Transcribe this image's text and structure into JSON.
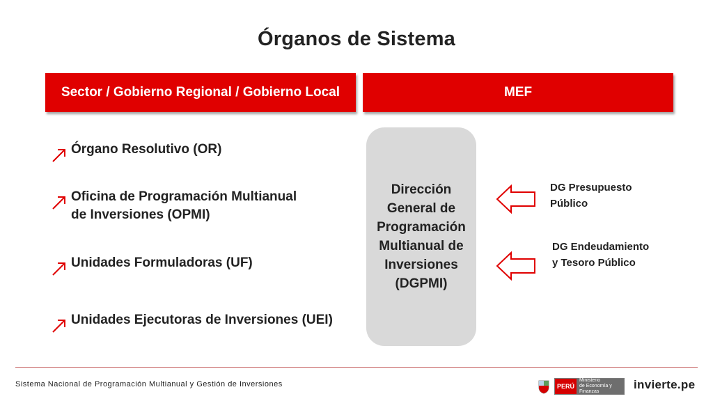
{
  "title": "Órganos de Sistema",
  "headers": {
    "left": "Sector / Gobierno Regional / Gobierno Local",
    "right": "MEF"
  },
  "items": [
    {
      "label": "Órgano Resolutivo (OR)"
    },
    {
      "label": "Oficina de Programación Multianual de Inversiones (OPMI)"
    },
    {
      "label": "Unidades Formuladoras (UF)"
    },
    {
      "label": "Unidades Ejecutoras de Inversiones (UEI)"
    }
  ],
  "center_box": "Dirección General de Programación Multianual de Inversiones (DGPMI)",
  "side_labels": [
    "DG Presupuesto Público",
    "DG Endeudamiento y Tesoro Público"
  ],
  "footer": {
    "text": "Sistema Nacional de Programación Multianual y Gestión de Inversiones",
    "mef_logo": {
      "country": "PERÚ",
      "line1": "Ministerio",
      "line2": "de Economía y Finanzas"
    },
    "invierte_logo": "invierte.pe"
  },
  "colors": {
    "accent_red": "#e00000",
    "box_grey": "#d9d9d9"
  }
}
